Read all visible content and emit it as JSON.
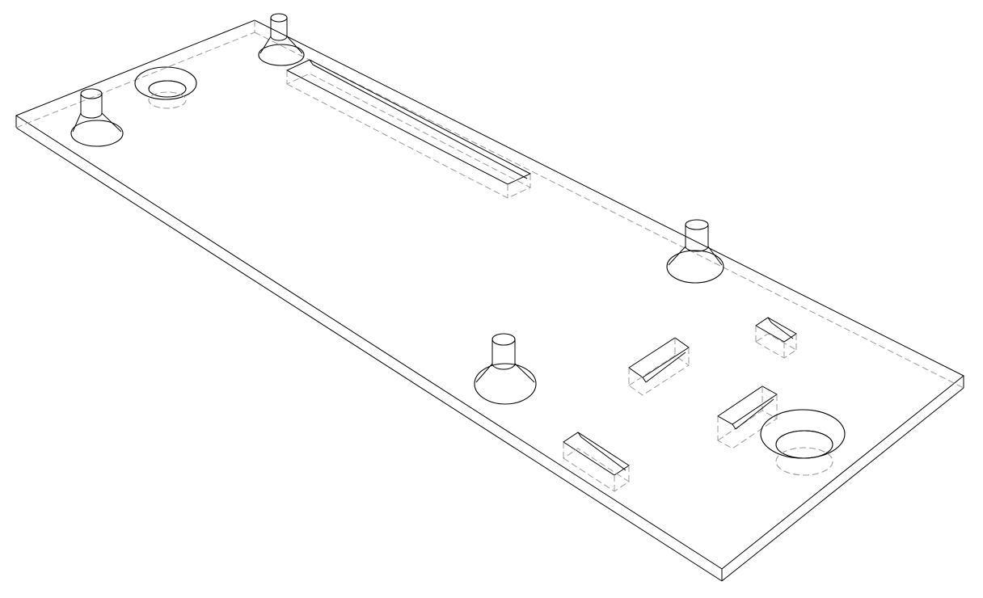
{
  "drawing": {
    "style": "isometric wireframe",
    "background": "#ffffff",
    "line_color": "#000000",
    "hidden_line_color": "#999999",
    "features": [
      "plate",
      "long-slot",
      "boss",
      "boss",
      "boss",
      "boss",
      "countersunk-hole",
      "countersunk-hole",
      "rect-pocket",
      "rect-pocket",
      "rect-pocket",
      "rect-pocket"
    ]
  }
}
